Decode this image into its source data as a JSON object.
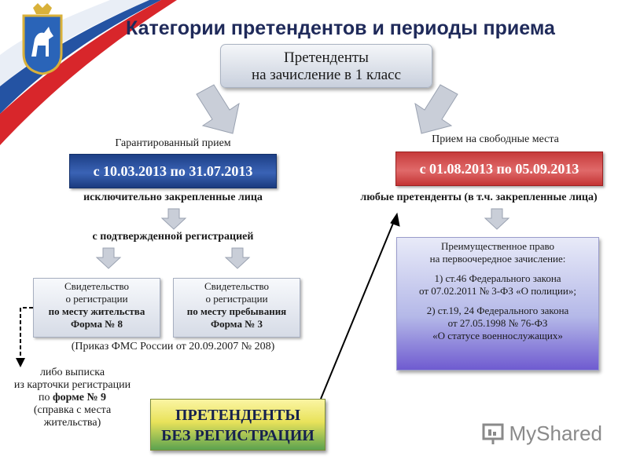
{
  "title": "Категории претендентов и периоды приема",
  "top_box": {
    "line1": "Претенденты",
    "line2": "на зачисление в 1 класс"
  },
  "left_branch": {
    "label": "Гарантированный прием",
    "date_range": "с 10.03.2013 по 31.07.2013",
    "note1": "исключительно закрепленные лица",
    "note2": "с подтвержденной регистрацией",
    "box1": {
      "l1": "Свидетельство",
      "l2": "о регистрации",
      "l3": "по месту жительства",
      "l4": "Форма № 8"
    },
    "box2": {
      "l1": "Свидетельство",
      "l2": "о регистрации",
      "l3": "по месту пребывания",
      "l4": "Форма № 3"
    },
    "order": "(Приказ ФМС России от 20.09.2007 № 208)",
    "alt": {
      "l1": "либо выписка",
      "l2": "из карточки регистрации",
      "l3a": "по ",
      "l3b": "форме № 9",
      "l4": "(справка с места",
      "l5": "жительства)"
    }
  },
  "right_branch": {
    "label": "Прием на свободные места",
    "date_range": "с 01.08.2013 по 05.09.2013",
    "note": "любые претенденты (в т.ч. закрепленные лица)",
    "box": {
      "l1": "Преимущественное право",
      "l2": "на первоочередное зачисление:",
      "l3": "1) ст.46 Федерального закона",
      "l4": "от 07.02.2011 № 3-ФЗ «О полиции»;",
      "l5": "2) ст.19, 24 Федерального закона",
      "l6": "от 27.05.1998 № 76-ФЗ",
      "l7": "«О статусе военнослужащих»"
    }
  },
  "no_reg_box": {
    "line1": "ПРЕТЕНДЕНТЫ",
    "line2": "БЕЗ РЕГИСТРАЦИИ"
  },
  "watermark": "MyShared",
  "colors": {
    "title": "#1f2a5a",
    "blue_box": "#2b4f9e",
    "red_box": "#d24c4c",
    "flag_red": "#d8262b",
    "flag_blue": "#1e4fa0"
  }
}
